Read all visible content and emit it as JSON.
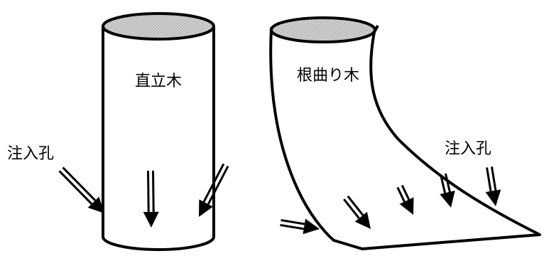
{
  "diagram": {
    "straight_tree": {
      "label": "直立木"
    },
    "curved_tree": {
      "label": "根曲り木"
    },
    "injection_hole_left": {
      "label": "注入孔"
    },
    "injection_hole_right": {
      "label": "注入孔"
    }
  },
  "colors": {
    "stroke": "#000000",
    "fill": "#ffffff",
    "top_hatch": "#c8c8c8"
  }
}
